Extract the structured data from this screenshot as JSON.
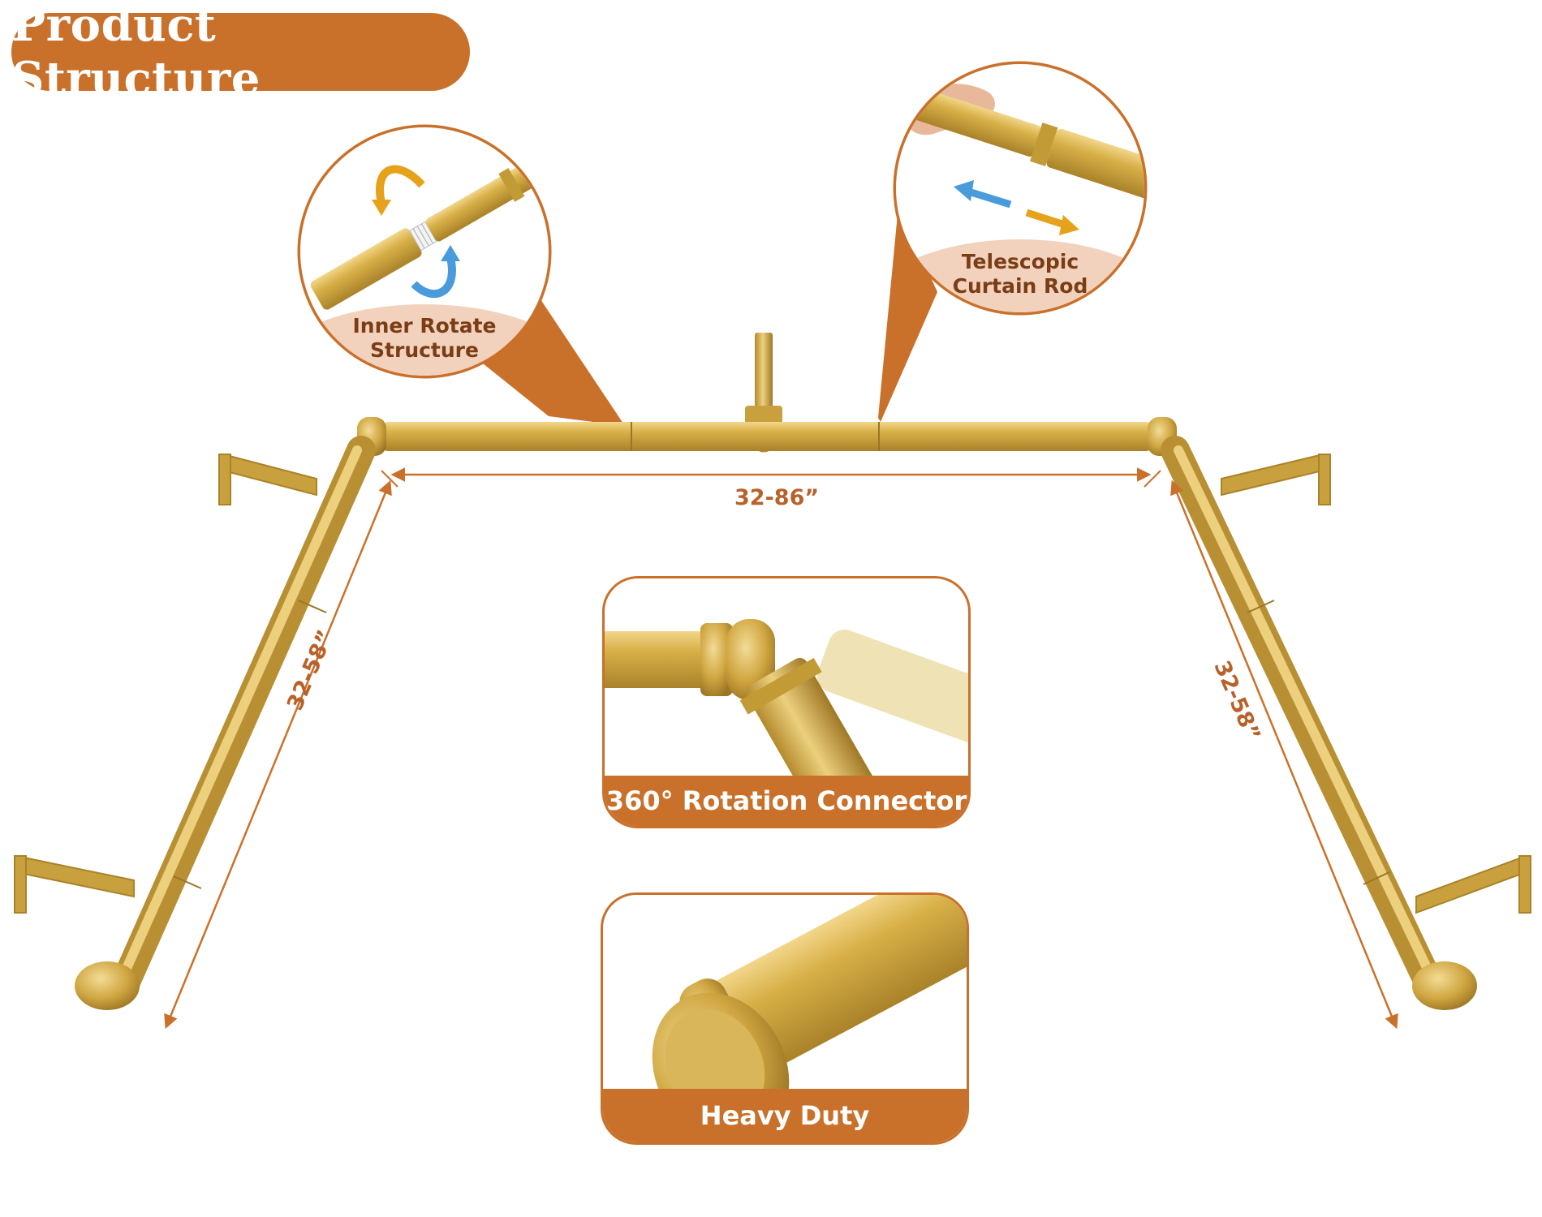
{
  "title": "Product Structure",
  "callouts": {
    "inner_rotate": {
      "line1": "Inner Rotate",
      "line2": "Structure"
    },
    "telescopic": {
      "line1": "Telescopic",
      "line2": "Curtain Rod"
    }
  },
  "panels": {
    "connector": {
      "label": "360° Rotation Connector"
    },
    "finial": {
      "label": "Heavy Duty"
    }
  },
  "dimensions": {
    "center_width": "32-86”",
    "left_side": "32-58”",
    "right_side": "32-58”"
  },
  "colors": {
    "accent": "#c9712b",
    "gold": "#d4af37",
    "label_bg": "#f3d2bd",
    "label_text": "#7a3d16",
    "dim_text": "#b8622a"
  }
}
